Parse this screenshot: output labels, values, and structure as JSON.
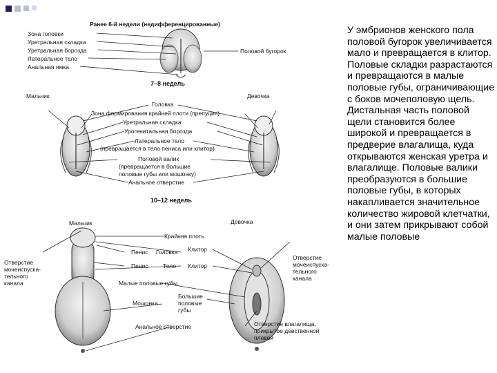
{
  "figure": {
    "stage1_title": "Ранее 6-й недели (недифференцированные)",
    "stage1_labels": [
      "Зона головки",
      "Уретральная складка",
      "Уретральная борозда",
      "Латеральное тело",
      "Анальная ямка"
    ],
    "stage1_right_label": "Половой бугорок",
    "stage2_title": "7–8 недель",
    "stage2_boy": "Мальчик",
    "stage2_girl": "Девочка",
    "stage2_labels": [
      "Головка",
      "Зона формирования крайней плоти (препуция)",
      "Уретральная складка",
      "Урогенитальная борозда",
      "Латеральное тело",
      "(превращается в тело пениса или клитор)",
      "Половой валик",
      "(превращается в большие",
      "половые губы или мошонку)",
      "Анальное отверстие"
    ],
    "stage3_title": "10–12 недель",
    "stage3_boy": "Мальчик",
    "stage3_girl": "Девочка",
    "stage3_labels": {
      "foreskin": "Крайняя плоть",
      "penis": "Пенис",
      "glans": "Головка",
      "clitoris1": "Клитор",
      "penis2": "Пенис",
      "body": "Тело",
      "clitoris2": "Клитор",
      "labia_minora": "Малые половые губы",
      "scrotum": "Мошонка",
      "labia_majora": "Большие\nполовые\nгубы",
      "anus": "Анальное отверстие",
      "left_canal": "Отверстие\nмочеиспуска-\nтельного\nканала",
      "right_canal": "Отверстие\nмочеиспуска-\nтельного\nканала",
      "vagina": "Отверстие влагалища,\nприкрытое девственной\nплевой"
    }
  },
  "text": {
    "body": "У эмбрионов женского пола половой бугорок увеличивается мало и превращается в клитор. Половые складки разрастаются и превращаются в малые половые губы, ограничивающие с боков мочеполовую щель. Дистальная часть половой щели становится более широкой и превращается в предверие влагалища, куда открываются женская уретра и влагалище. Половые валики преобразуются в большие половые губы, в которых накапливается значительное количество жировой клетчатки, и они затем прикрывают собой малые половые"
  }
}
